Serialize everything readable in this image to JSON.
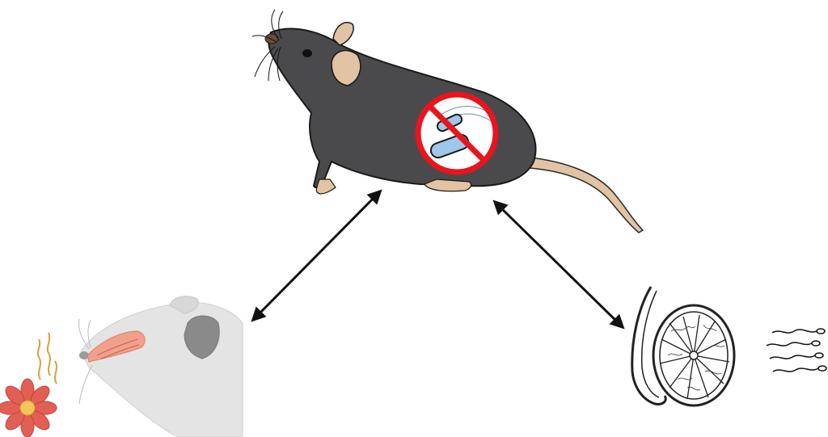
{
  "diagram": {
    "subjects": [
      {
        "id": "germ-free-mouse",
        "icon": "black-mouse-with-no-bacteria-icon"
      },
      {
        "id": "olfaction",
        "icon": "mouse-head-olfactory-epithelium-icon"
      },
      {
        "id": "reproduction",
        "icon": "testis-and-sperm-icon"
      }
    ],
    "links": [
      {
        "from": "germ-free-mouse",
        "to": "olfaction",
        "direction": "bidirectional"
      },
      {
        "from": "germ-free-mouse",
        "to": "reproduction",
        "direction": "bidirectional"
      }
    ],
    "colors": {
      "mouse_body": "#4a4a4c",
      "mouse_skin": "#e2c3a3",
      "prohibition": "#e8141e",
      "bacteria": "#9ec7ea",
      "olfactory_tissue": "#f0a08c",
      "flower_petal": "#e25f55",
      "flower_center": "#f6c55a",
      "arrow": "#111111"
    }
  }
}
